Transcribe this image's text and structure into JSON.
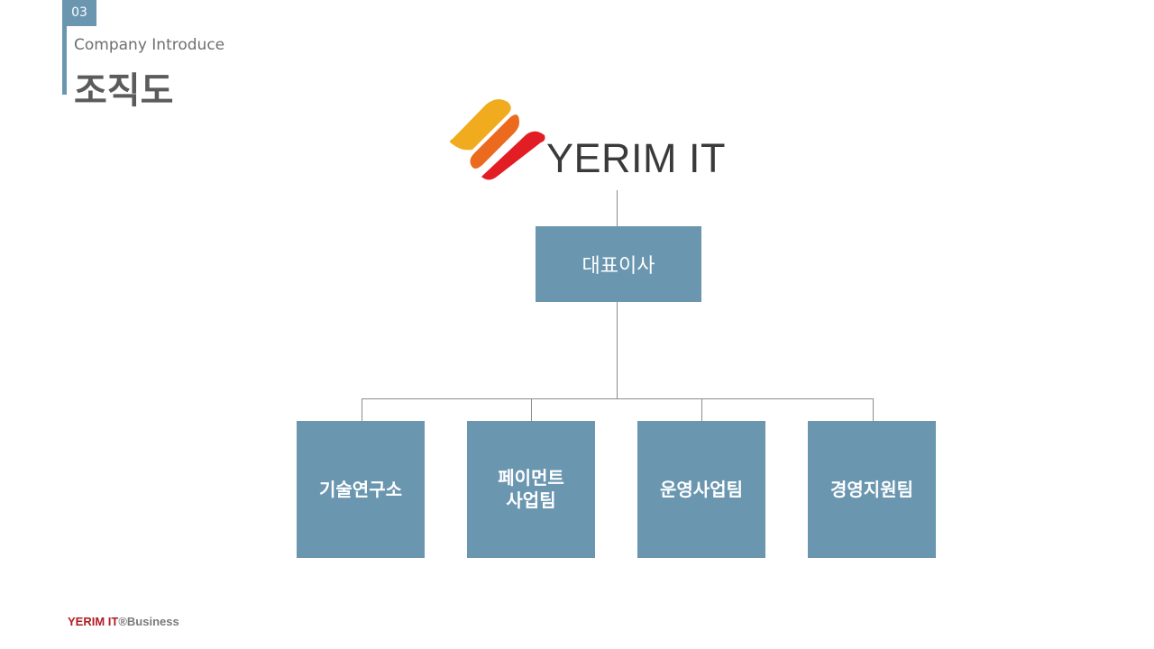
{
  "header": {
    "page_number": "03",
    "subtitle": "Company Introduce",
    "title": "조직도"
  },
  "logo": {
    "text": "YERIM IT",
    "colors": [
      "#f0ac1e",
      "#eb6a1e",
      "#e21d23"
    ]
  },
  "org_chart": {
    "root": {
      "label": "대표이사"
    },
    "departments": [
      {
        "label_lines": [
          "기술연구소"
        ]
      },
      {
        "label_lines": [
          "페이먼트",
          "사업팀"
        ]
      },
      {
        "label_lines": [
          "운영사업팀"
        ]
      },
      {
        "label_lines": [
          "경영지원팀"
        ]
      }
    ],
    "box_color": "#6a96b0",
    "line_color": "#8c8c8c"
  },
  "footer": {
    "brand": "YERIM IT",
    "suffix": "®Business"
  }
}
